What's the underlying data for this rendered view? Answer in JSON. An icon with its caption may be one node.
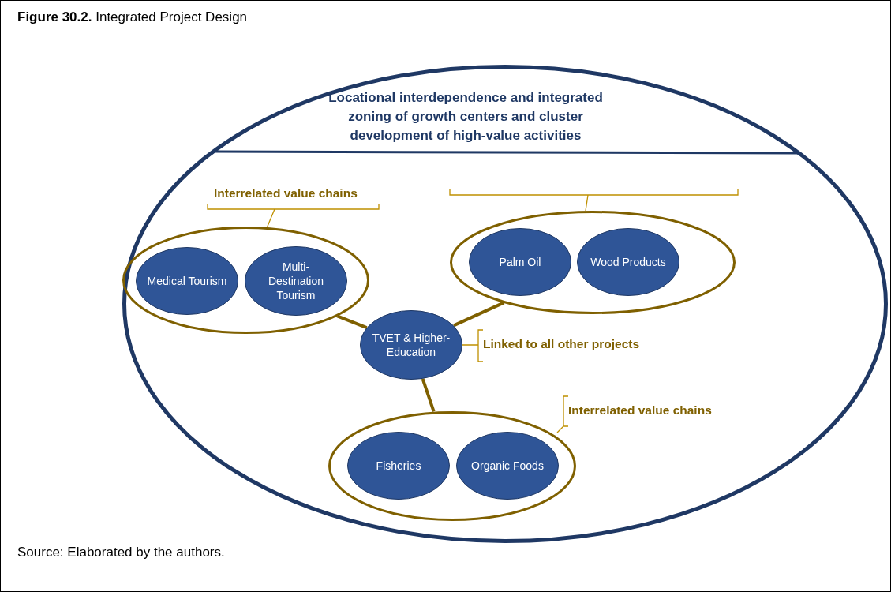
{
  "diagram": {
    "title": "**Figure 30.2.** Integrated Project Design",
    "caption": "Source: Elaborated by the authors.",
    "nodes": [
      {
        "text": [
          "Locational interdependence and integrated zoning of growth centers and cluster development of high-value activities"
        ]
      },
      {
        "text": [],
        "shape": "ellipse",
        "in": 0,
        "beside": [
          "Interrelated value chains"
        ]
      },
      {
        "text": [
          "Medical Tourism"
        ],
        "in": 1
      },
      {
        "text": [
          "Multi-Destination Tourism"
        ],
        "in": 1
      },
      {
        "text": [],
        "shape": "ellipse",
        "in": 0
      },
      {
        "text": [
          "Palm Oil"
        ],
        "in": 4
      },
      {
        "text": [
          "Wood Products"
        ],
        "in": 4
      },
      {
        "text": [
          "TVET & Higher-Education"
        ],
        "in": 0,
        "beside": [
          "Linked to all other projects"
        ]
      },
      {
        "text": [],
        "shape": "ellipse",
        "in": 0,
        "beside": [
          "Interrelated value chains"
        ]
      },
      {
        "text": [
          "Fisheries"
        ],
        "in": 8
      },
      {
        "text": [
          "Organic Foods"
        ],
        "in": 8
      }
    ],
    "edges": [
      {
        "from": 7,
        "to": 1,
        "arrow": "none"
      },
      {
        "from": 7,
        "to": 4,
        "arrow": "none"
      },
      {
        "from": 7,
        "to": 8,
        "arrow": "none"
      }
    ]
  }
}
